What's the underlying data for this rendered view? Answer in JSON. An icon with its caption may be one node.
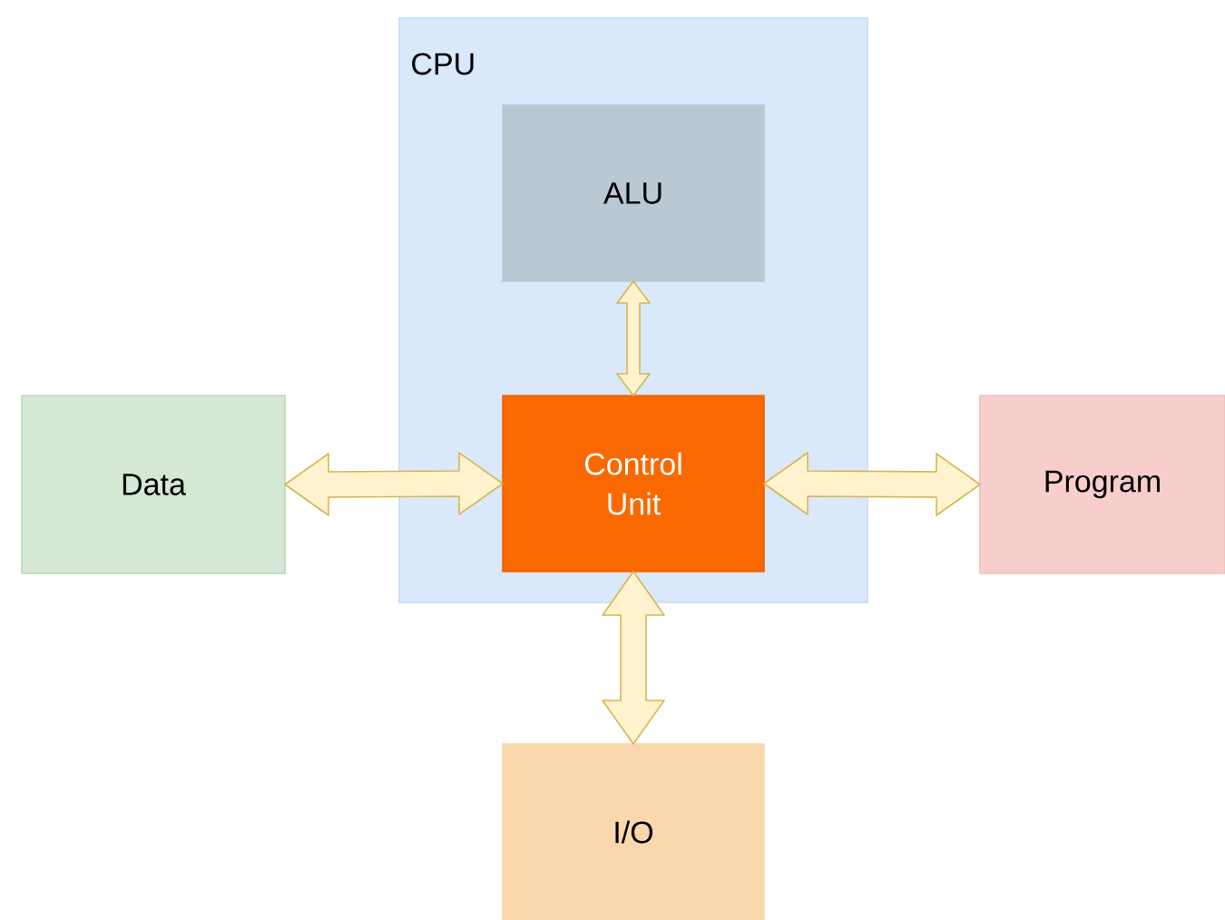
{
  "diagram": {
    "nodes": [
      {
        "text": [
          "CPU"
        ]
      },
      {
        "text": [
          "ALU"
        ],
        "in": 0
      },
      {
        "text": [
          "Control Unit"
        ],
        "in": 0
      },
      {
        "text": [
          "Data"
        ]
      },
      {
        "text": [
          "Program"
        ]
      },
      {
        "text": [
          "I/O"
        ]
      }
    ],
    "edges": [
      {
        "from": 1,
        "to": 2,
        "arrow": "both"
      },
      {
        "from": 3,
        "to": 2,
        "arrow": "both"
      },
      {
        "from": 2,
        "to": 4,
        "arrow": "both"
      },
      {
        "from": 2,
        "to": 5,
        "arrow": "both"
      }
    ]
  }
}
